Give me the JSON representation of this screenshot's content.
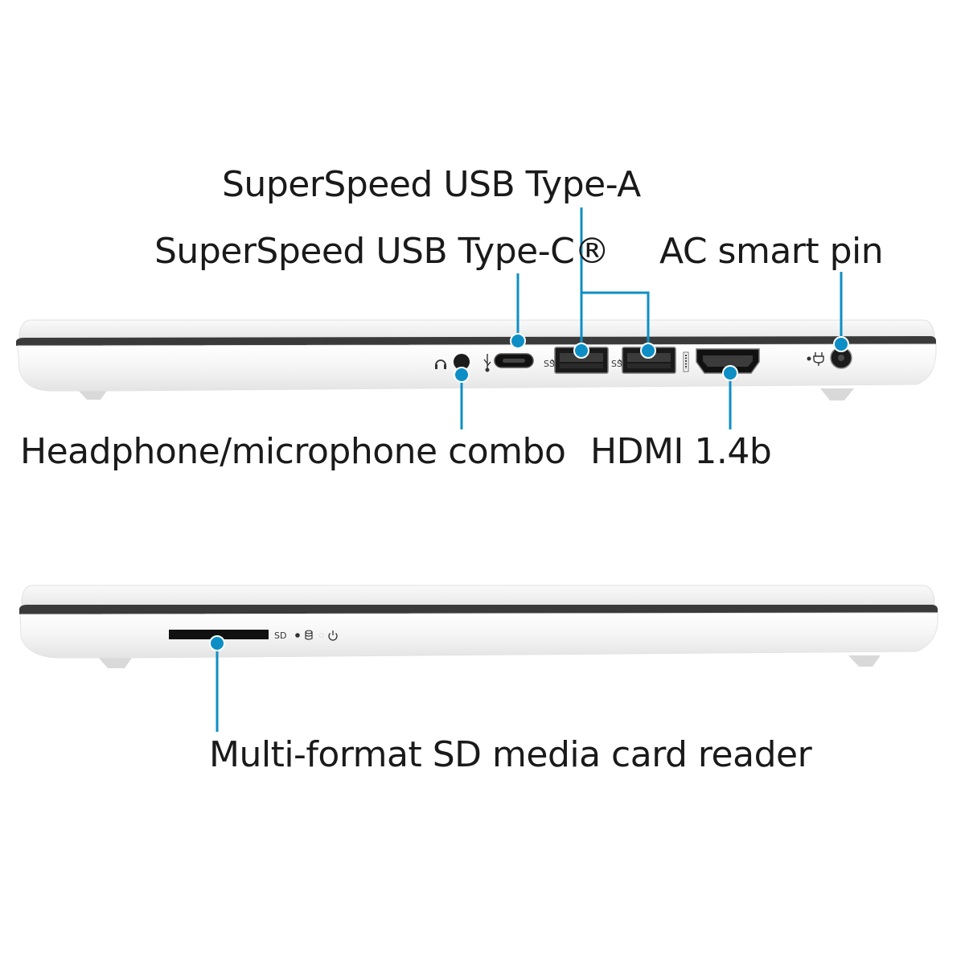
{
  "callouts": {
    "usb_a": "SuperSpeed USB Type-A",
    "usb_c": "SuperSpeed USB Type-C®",
    "ac_pin": "AC smart pin",
    "headphone": "Headphone/microphone combo",
    "hdmi": "HDMI 1.4b",
    "sd_reader": "Multi-format SD media card reader"
  },
  "port_labels": {
    "sd": "SD"
  },
  "colors": {
    "accent": "#0d8fc6",
    "body": "#f2f2f2",
    "seam": "#3a3a3a",
    "port": "#1c1c1c"
  }
}
